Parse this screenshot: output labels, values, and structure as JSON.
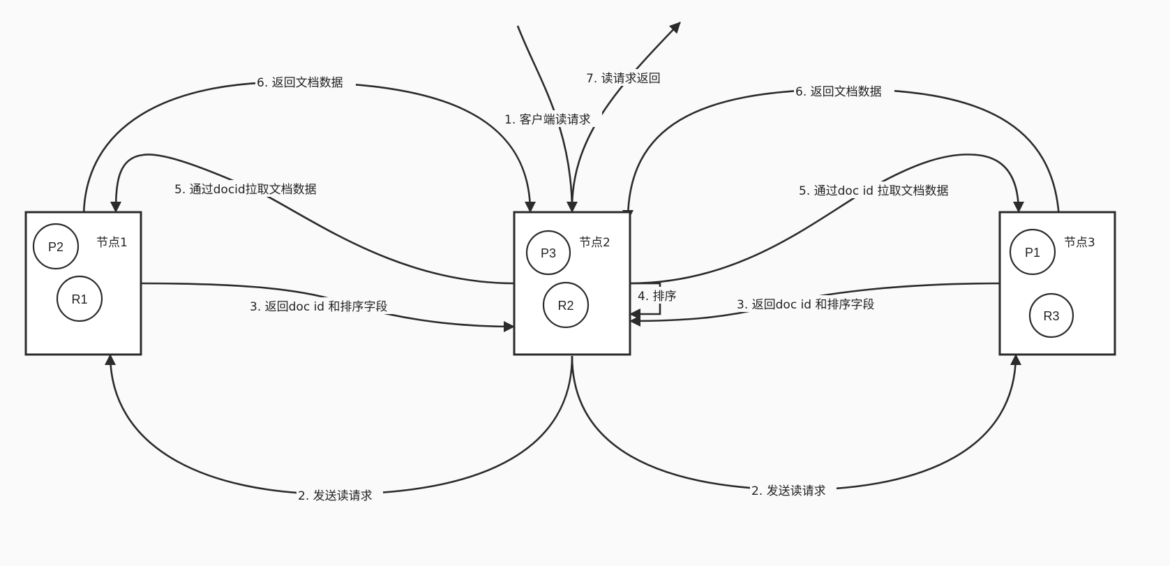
{
  "nodes": {
    "node1": {
      "title": "节点1",
      "primary": "P2",
      "replica": "R1"
    },
    "node2": {
      "title": "节点2",
      "primary": "P3",
      "replica": "R2"
    },
    "node3": {
      "title": "节点3",
      "primary": "P1",
      "replica": "R3"
    }
  },
  "edges": {
    "client_request": "1. 客户端读请求",
    "send_read_left": "2. 发送读请求",
    "send_read_right": "2. 发送读请求",
    "return_docid_left": "3. 返回doc id 和排序字段",
    "return_docid_right": "3. 返回doc id 和排序字段",
    "sort": "4. 排序",
    "fetch_left": "5. 通过docid拉取文档数据",
    "fetch_right": "5. 通过doc id 拉取文档数据",
    "return_docs_left": "6. 返回文档数据",
    "return_docs_right": "6. 返回文档数据",
    "read_return": "7. 读请求返回"
  }
}
